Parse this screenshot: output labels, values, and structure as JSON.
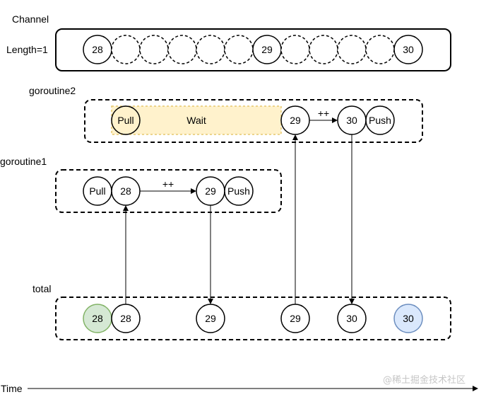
{
  "channel": {
    "title": "Channel",
    "length_label": "Length=1",
    "length_color": "#00c000",
    "slots": [
      "28",
      "",
      "",
      "",
      "",
      "",
      "29",
      "",
      "",
      "",
      "",
      "30"
    ]
  },
  "goroutine2": {
    "title": "goroutine2",
    "pull_label": "Pull",
    "wait_label": "Wait",
    "value_a": "29",
    "increment_label": "++",
    "value_b": "30",
    "push_label": "Push"
  },
  "goroutine1": {
    "title": "goroutine1",
    "pull_label": "Pull",
    "value_a": "28",
    "increment_label": "++",
    "value_b": "29",
    "push_label": "Push"
  },
  "total": {
    "title": "total",
    "values": [
      "28",
      "28",
      "29",
      "29",
      "30",
      "30"
    ],
    "start_color": "#d5e8d4",
    "end_color": "#dae8fc"
  },
  "time_axis": {
    "label": "Time"
  },
  "watermark": "@稀土掘金技术社区",
  "colors": {
    "wait_fill": "#fff2cc",
    "wait_stroke": "#e6c86e"
  }
}
